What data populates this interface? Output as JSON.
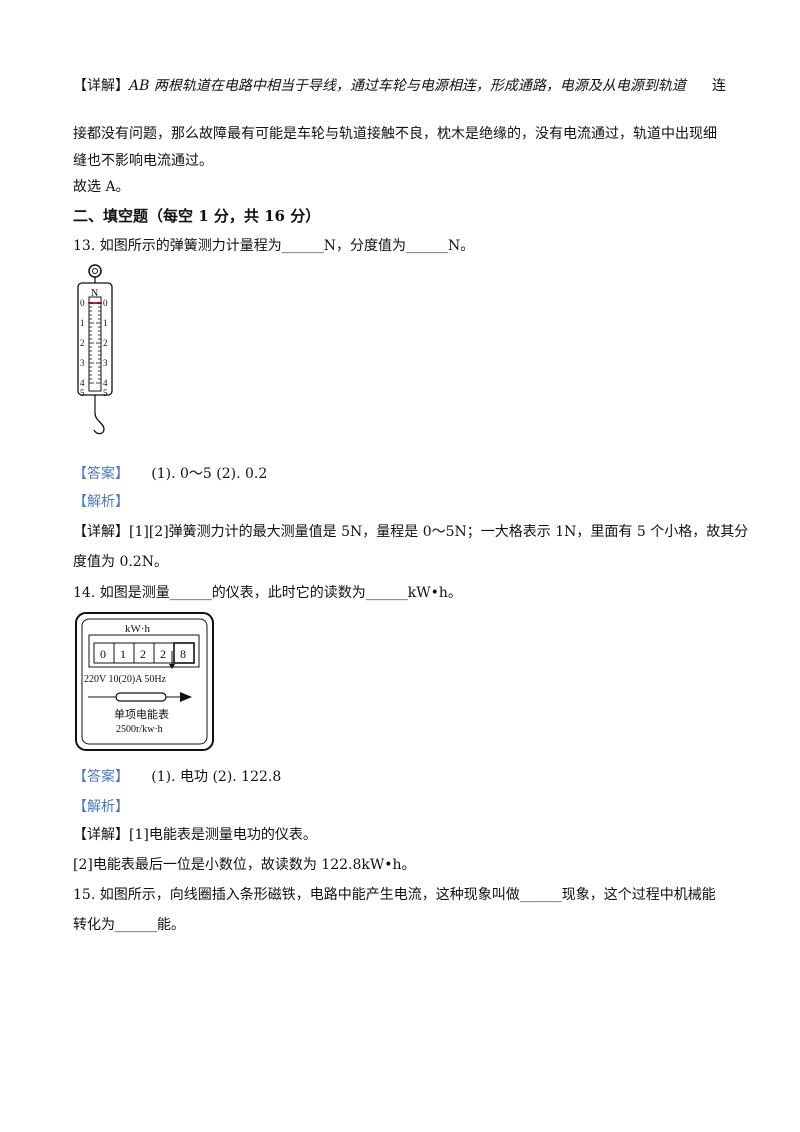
{
  "q12_detail": {
    "tag": "【详解】",
    "line1": "AB 两根轨道在电路中相当于导线，通过车轮与电源相连，形成通路，电源及从电源到轨道",
    "line1_tail": "连",
    "line2": "接都没有问题，那么故障最有可能是车轮与轨道接触不良，枕木是绝缘的，没有电流通过，轨道中出现细",
    "line3": "缝也不影响电流通过。",
    "choice": "故选 A。"
  },
  "section2_title": "二、填空题（每空 1 分，共 16 分）",
  "q13": {
    "question": "13. 如图所示的弹簧测力计量程为______N，分度值为______N。",
    "figure": {
      "unit": "N",
      "scale_labels": [
        "0",
        "1",
        "2",
        "3",
        "4",
        "5"
      ]
    },
    "answer_tag": "【答案】",
    "answer": "(1). 0～5    (2). 0.2",
    "analysis_tag": "【解析】",
    "detail_tag": "【详解】",
    "detail_line1": "[1][2]弹簧测力计的最大测量值是 5N，量程是 0～5N；一大格表示 1N，里面有 5 个小格，故其分",
    "detail_line2": "度值为 0.2N。"
  },
  "q14": {
    "question": "14. 如图是测量______的仪表，此时它的读数为______kW•h。",
    "figure": {
      "unit": "kW·h",
      "digits": [
        "0",
        "1",
        "2",
        "2",
        "8"
      ],
      "spec": "220V 10(20)A 50Hz",
      "name": "单项电能表",
      "rate": "2500r/kw·h"
    },
    "answer_tag": "【答案】",
    "answer": "(1). 电功      (2). 122.8",
    "analysis_tag": "【解析】",
    "detail_tag": "【详解】",
    "detail_line1": "[1]电能表是测量电功的仪表。",
    "detail_line2": "[2]电能表最后一位是小数位，故读数为 122.8kW•h。"
  },
  "q15": {
    "line1": "15. 如图所示，向线圈插入条形磁铁，电路中能产生电流，这种现象叫做______现象，这个过程中机械能",
    "line2": "转化为______能。"
  }
}
